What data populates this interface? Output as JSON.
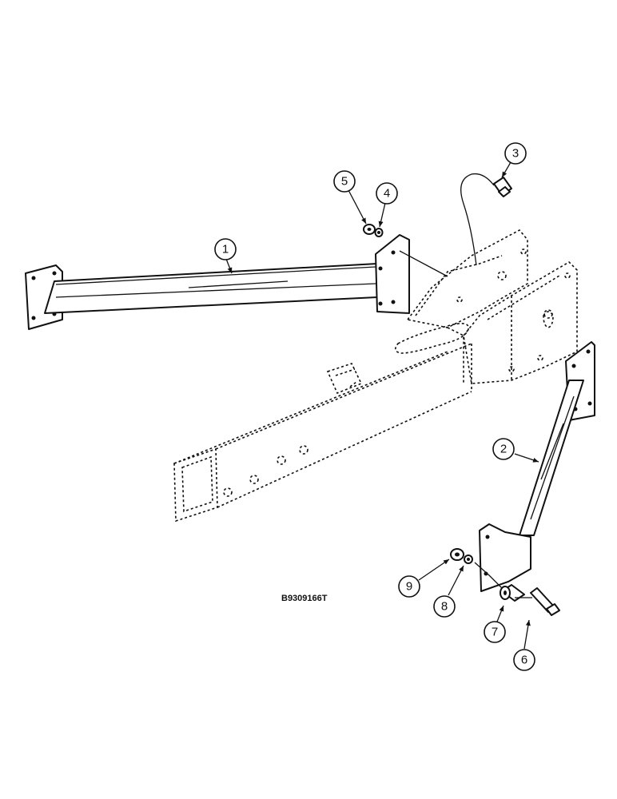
{
  "figure_id": "B9309166T",
  "callouts": [
    {
      "label": "1"
    },
    {
      "label": "2"
    },
    {
      "label": "3"
    },
    {
      "label": "4"
    },
    {
      "label": "5"
    },
    {
      "label": "6"
    },
    {
      "label": "7"
    },
    {
      "label": "8"
    },
    {
      "label": "9"
    }
  ]
}
